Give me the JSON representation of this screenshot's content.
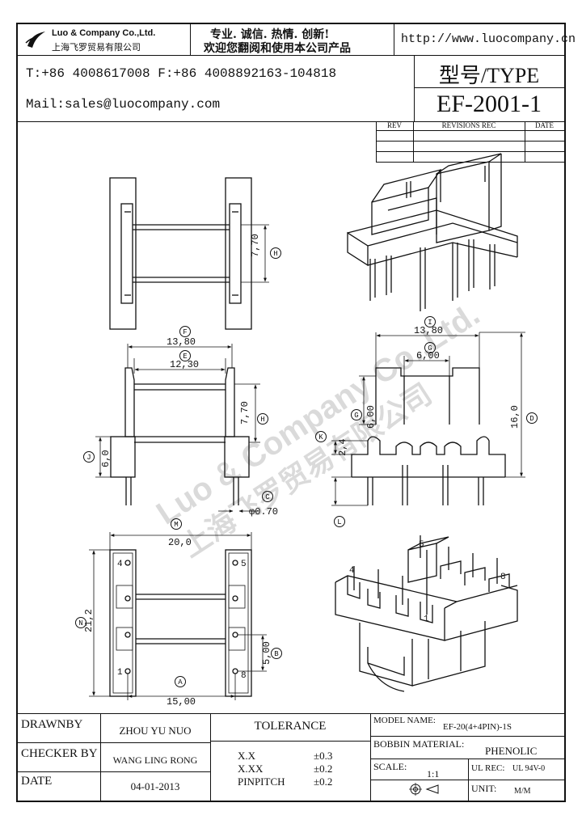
{
  "header": {
    "company_en": "Luo & Company Co.,Ltd.",
    "company_cn": "上海飞罗贸易有限公司",
    "slogan": "专业. 诚信. 热情. 创新!",
    "welcome": "欢迎您翻阅和使用本公司产品",
    "url": "http://www.luocompany.cn",
    "phone_fax": "T:+86 4008617008 F:+86 4008892163-104818",
    "mail": "Mail:sales@luocompany.com",
    "type_label": "型号/TYPE",
    "model": "EF-2001-1"
  },
  "revisions": {
    "headers": [
      "REV",
      "REVISIONS REC",
      "DATE"
    ]
  },
  "watermark": {
    "en": "Luo & Company Co.,Ltd.",
    "cn": "上海飞罗贸易有限公司"
  },
  "drawing": {
    "dims": {
      "H_top": "7,70",
      "F_width": "13,80",
      "E_width": "12,30",
      "H_side": "7,70",
      "J_height": "6,0",
      "C_pin": "φ0.70",
      "I_width": "13,80",
      "G_width": "6,00",
      "G_height": "6,00",
      "K_height": "2,4",
      "D_height": "16,0",
      "M_width": "20,0",
      "N_height": "21,2",
      "B_pitch": "5,00",
      "A_width": "15,00"
    },
    "letters": {
      "H": "H",
      "F": "F",
      "E": "E",
      "J": "J",
      "C": "C",
      "I": "I",
      "G": "G",
      "K": "K",
      "D": "D",
      "L": "L",
      "M": "M",
      "N": "N",
      "B": "B",
      "A": "A"
    },
    "pins": {
      "p1": "1",
      "p4": "4",
      "p5": "5",
      "p8": "8",
      "iso4": "4",
      "iso5": "5",
      "iso8": "8",
      "iso1": "1"
    }
  },
  "title_block": {
    "drawn_by_label": "DRAWNBY",
    "drawn_by": "ZHOU YU NUO",
    "checker_label": "CHECKER BY",
    "checker": "WANG LING RONG",
    "date_label": "DATE",
    "date": "04-01-2013",
    "tolerance_label": "TOLERANCE",
    "tol": [
      {
        "name": "X.X",
        "value": "±0.3"
      },
      {
        "name": "X.XX",
        "value": "±0.2"
      },
      {
        "name": "PINPITCH",
        "value": "±0.2"
      }
    ],
    "model_name_label": "MODEL NAME:",
    "model_name": "EF-20(4+4PIN)-1S",
    "bobbin_label": "BOBBIN MATERIAL:",
    "bobbin": "PHENOLIC",
    "scale_label": "SCALE:",
    "scale": "1:1",
    "ul_label": "UL REC:",
    "ul_value": "UL 94V-0",
    "unit_label": "UNIT:",
    "unit": "M/M"
  }
}
